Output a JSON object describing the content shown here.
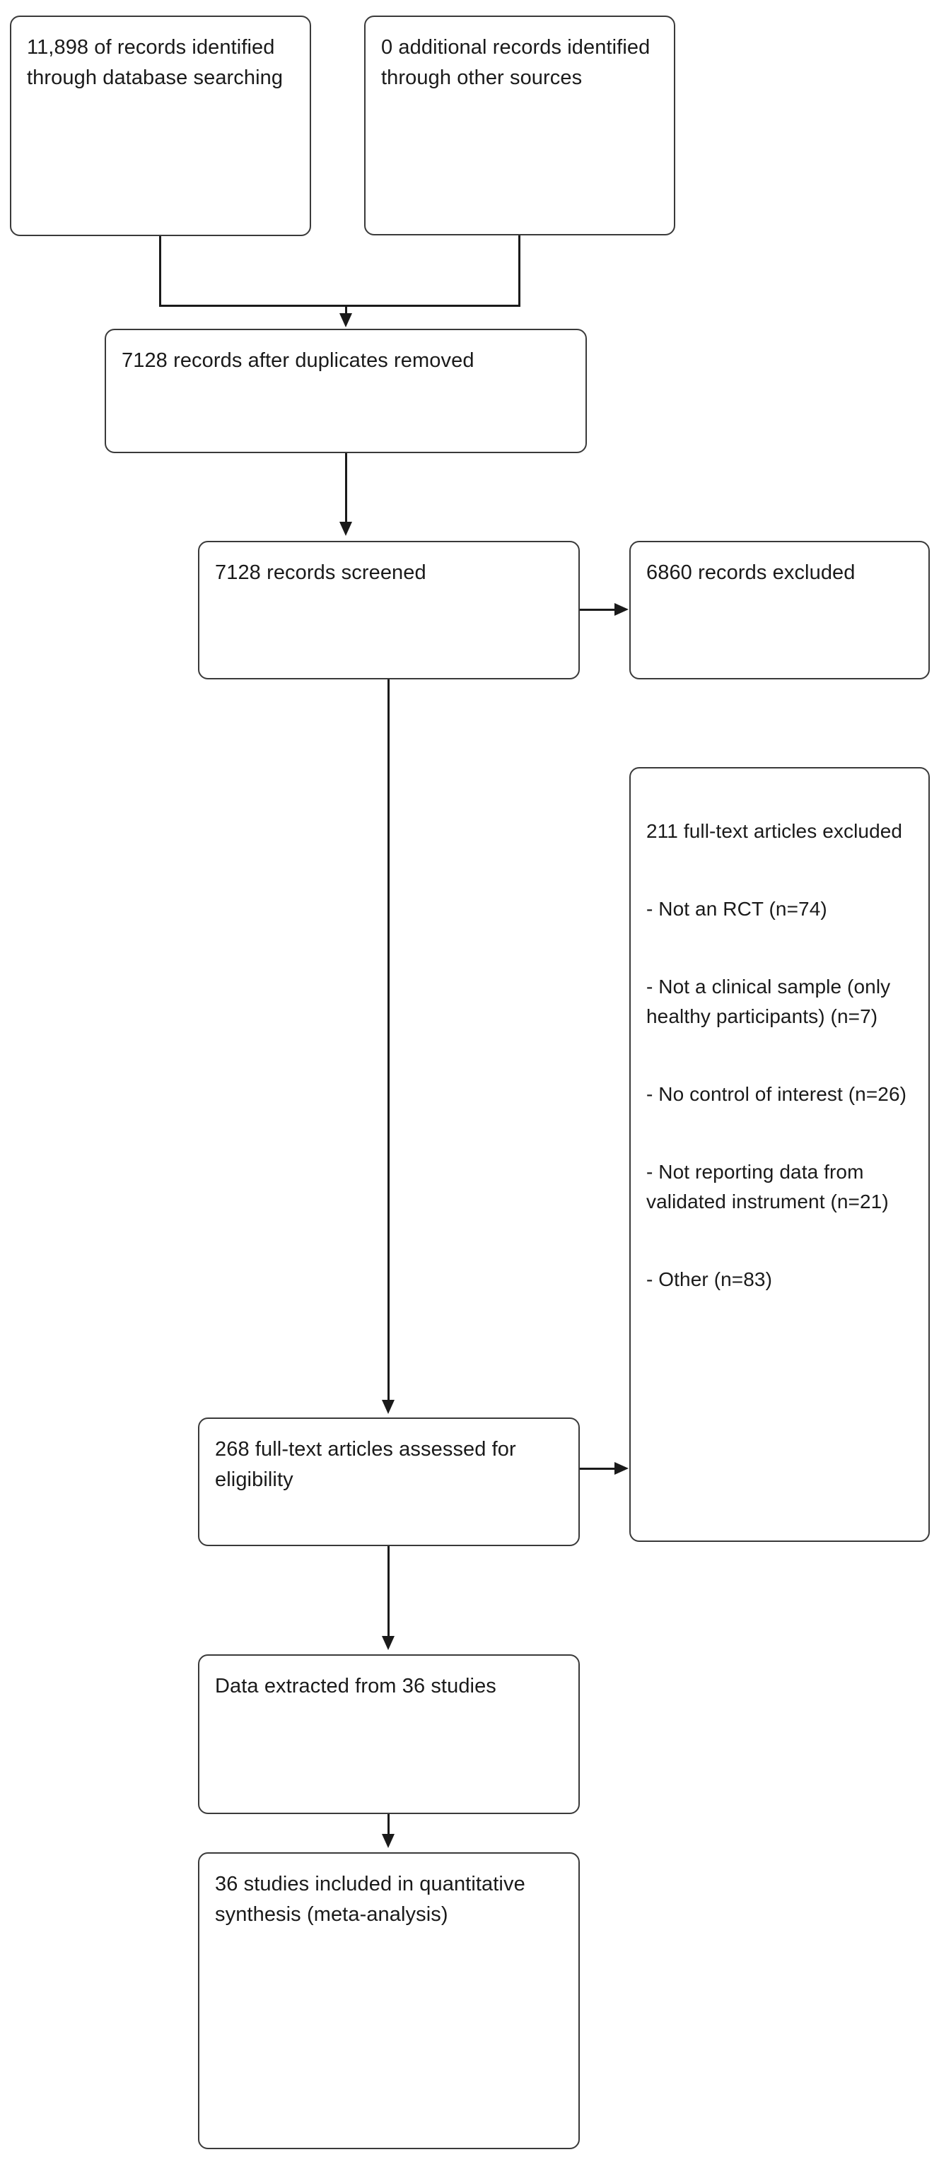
{
  "diagram": {
    "type": "prisma-flow-diagram",
    "title": "",
    "nodes": {
      "records_identified_database": "11,898 of records identified through database searching",
      "records_identified_other": "0 additional records identified through other sources",
      "records_after_duplicates": "7128 records after duplicates removed",
      "records_screened": "7128 records screened",
      "records_excluded": "6860 records excluded",
      "fulltext_assessed": "268 full-text articles assessed for eligibility",
      "data_extracted": "Data extracted from 36 studies",
      "studies_included": "36 studies included in quantitative synthesis (meta-analysis)"
    },
    "fulltext_excluded": {
      "heading": "211 full-text articles excluded",
      "reasons": [
        "- Not an RCT (n=74)",
        "- Not a clinical sample (only healthy participants) (n=7)",
        "- No control of interest (n=26)",
        "- Not reporting data from validated instrument (n=21)",
        "- Other (n=83)"
      ]
    },
    "counts": {
      "identified_database": 11898,
      "identified_other": 0,
      "after_duplicates": 7128,
      "screened": 7128,
      "excluded_screening": 6860,
      "fulltext_assessed": 268,
      "fulltext_excluded": 211,
      "excluded_not_rct": 74,
      "excluded_not_clinical": 7,
      "excluded_no_control": 26,
      "excluded_not_validated": 21,
      "excluded_other": 83,
      "data_extracted_studies": 36,
      "included_studies": 36
    },
    "colors": {
      "box_border": "#3a3a3a",
      "box_fill": "#ffffff",
      "connector": "#1a1a1a",
      "text": "#1a1a1a"
    }
  }
}
